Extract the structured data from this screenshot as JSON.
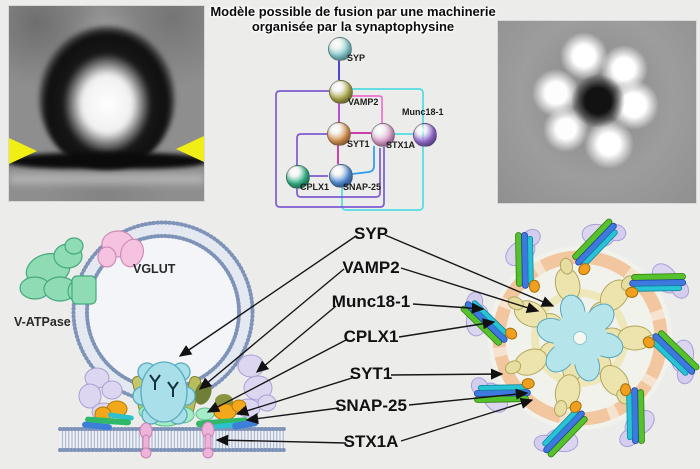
{
  "title": {
    "line1": "Modèle possible de fusion par une machinerie",
    "line2": "organisée par la synaptophysine"
  },
  "network": {
    "nodes": [
      {
        "id": "SYP",
        "label": "SYP",
        "color": "#8fd2d6"
      },
      {
        "id": "VAMP2",
        "label": "VAMP2",
        "color": "#b6b254"
      },
      {
        "id": "SYT1",
        "label": "SYT1",
        "color": "#dfa05e"
      },
      {
        "id": "STX1A",
        "label": "STX1A",
        "color": "#e3a8d4"
      },
      {
        "id": "Munc18-1",
        "label": "Munc18-1",
        "color": "#9d74d8"
      },
      {
        "id": "CPLX1",
        "label": "CPLX1",
        "color": "#38b88e"
      },
      {
        "id": "SNAP-25",
        "label": "SNAP-25",
        "color": "#5c95dc"
      }
    ],
    "edge_colors": {
      "blue": "#2b2bcf",
      "magenta": "#c9259e",
      "violet_magenta": "#a936cc",
      "pink": "#ef6fd0",
      "cyan": "#52dce2",
      "purple": "#7d5bd0",
      "bright_blue": "#2d9bf0"
    }
  },
  "legend": {
    "labels": [
      "SYP",
      "VAMP2",
      "Munc18-1",
      "CPLX1",
      "SYT1",
      "SNAP-25",
      "STX1A"
    ]
  },
  "vesicle_diagram": {
    "vglut_label": "VGLUT",
    "vatpase_label": "V-ATPase"
  },
  "colors": {
    "background": "#ecedeb",
    "em_arrowhead_yellow": "#f1ee15",
    "membrane_bead": "#7f93b8",
    "syp_complex_cyan": "#a8dfe8",
    "vamp2_khaki": "#ece4ac",
    "plasma_ring_peach": "#f2c69e",
    "snare_green": "#55c22c",
    "snare_blue": "#3e79e0",
    "snare_cyan": "#29c3d6",
    "munc18_lavender": "#dbd5f0",
    "syt1_orange": "#f0a01e",
    "vatpase_green": "#8fdcb4",
    "vglut_pink": "#f5c3df"
  }
}
